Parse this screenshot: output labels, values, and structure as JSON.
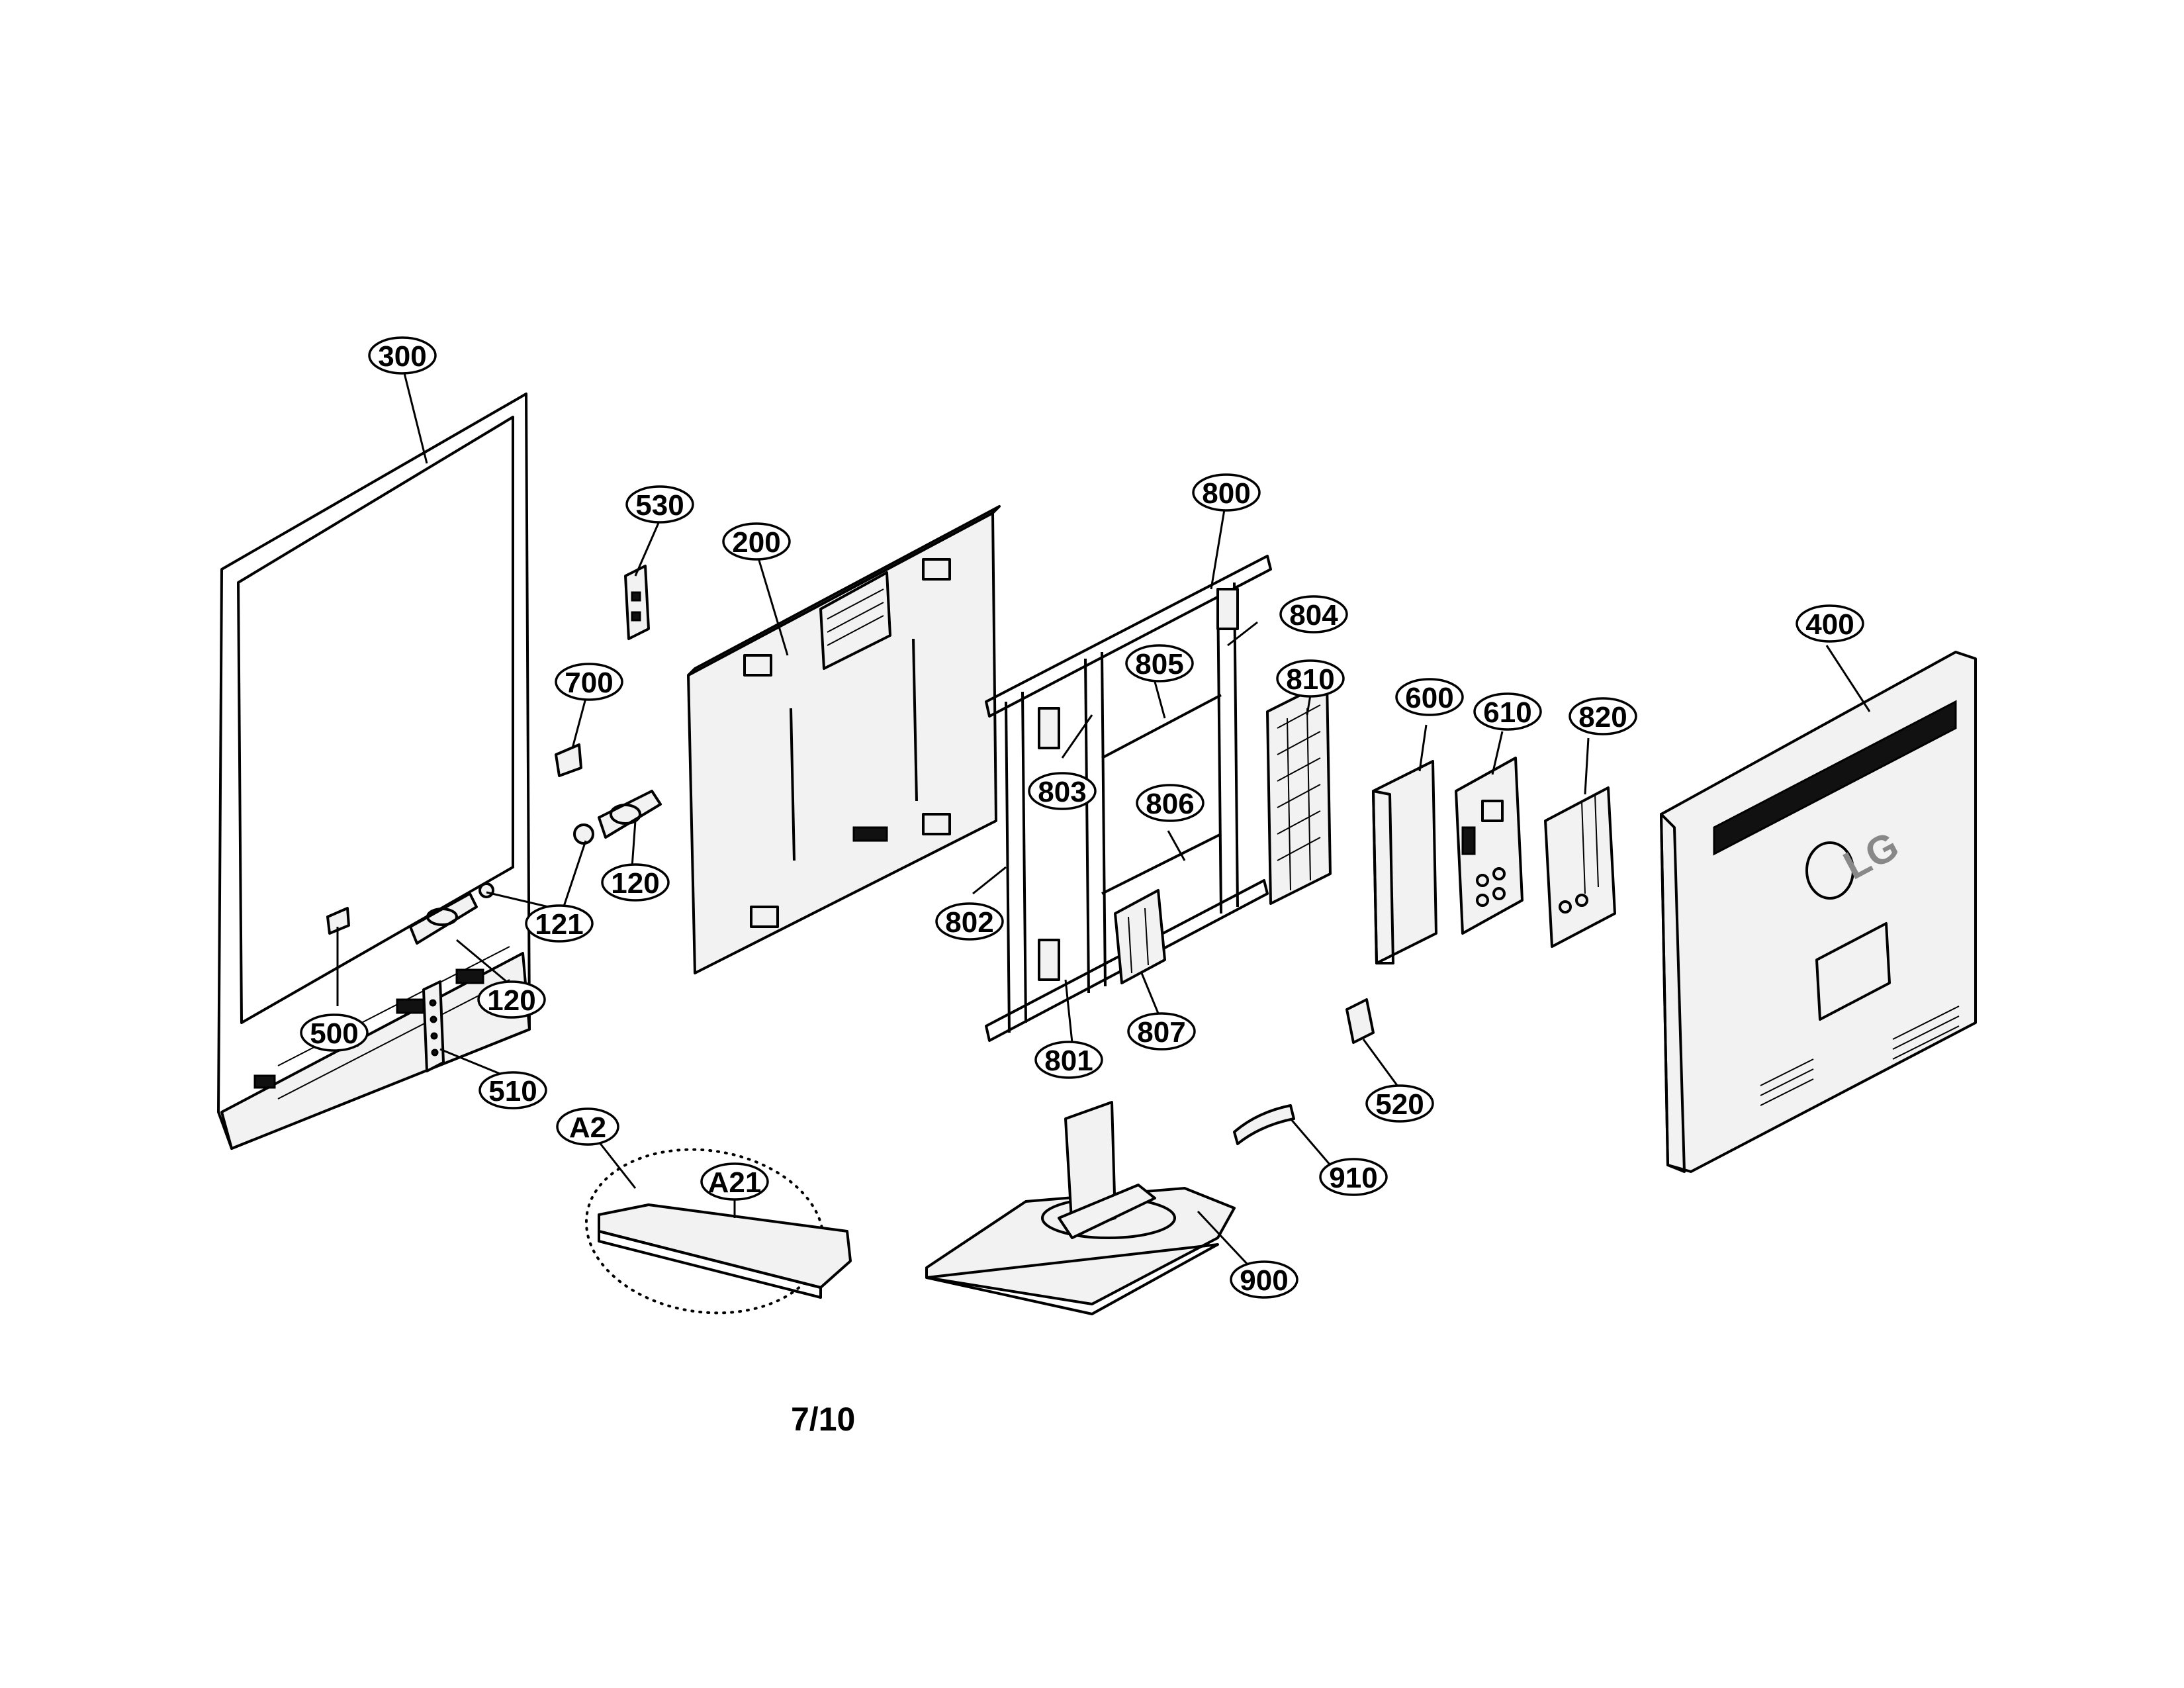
{
  "diagram": {
    "page_number": "7/10",
    "brand_logo": "LG",
    "callouts": [
      {
        "id": "c300",
        "label": "300"
      },
      {
        "id": "c530",
        "label": "530"
      },
      {
        "id": "c200",
        "label": "200"
      },
      {
        "id": "c800",
        "label": "800"
      },
      {
        "id": "c804",
        "label": "804"
      },
      {
        "id": "c805",
        "label": "805"
      },
      {
        "id": "c700",
        "label": "700"
      },
      {
        "id": "c810",
        "label": "810"
      },
      {
        "id": "c600",
        "label": "600"
      },
      {
        "id": "c610",
        "label": "610"
      },
      {
        "id": "c820",
        "label": "820"
      },
      {
        "id": "c400",
        "label": "400"
      },
      {
        "id": "c803",
        "label": "803"
      },
      {
        "id": "c806",
        "label": "806"
      },
      {
        "id": "c120a",
        "label": "120"
      },
      {
        "id": "c121",
        "label": "121"
      },
      {
        "id": "c802",
        "label": "802"
      },
      {
        "id": "c120b",
        "label": "120"
      },
      {
        "id": "c500",
        "label": "500"
      },
      {
        "id": "c807",
        "label": "807"
      },
      {
        "id": "c801",
        "label": "801"
      },
      {
        "id": "c510",
        "label": "510"
      },
      {
        "id": "c520",
        "label": "520"
      },
      {
        "id": "cA2",
        "label": "A2"
      },
      {
        "id": "cA21",
        "label": "A21"
      },
      {
        "id": "c910",
        "label": "910"
      },
      {
        "id": "c900",
        "label": "900"
      }
    ]
  }
}
